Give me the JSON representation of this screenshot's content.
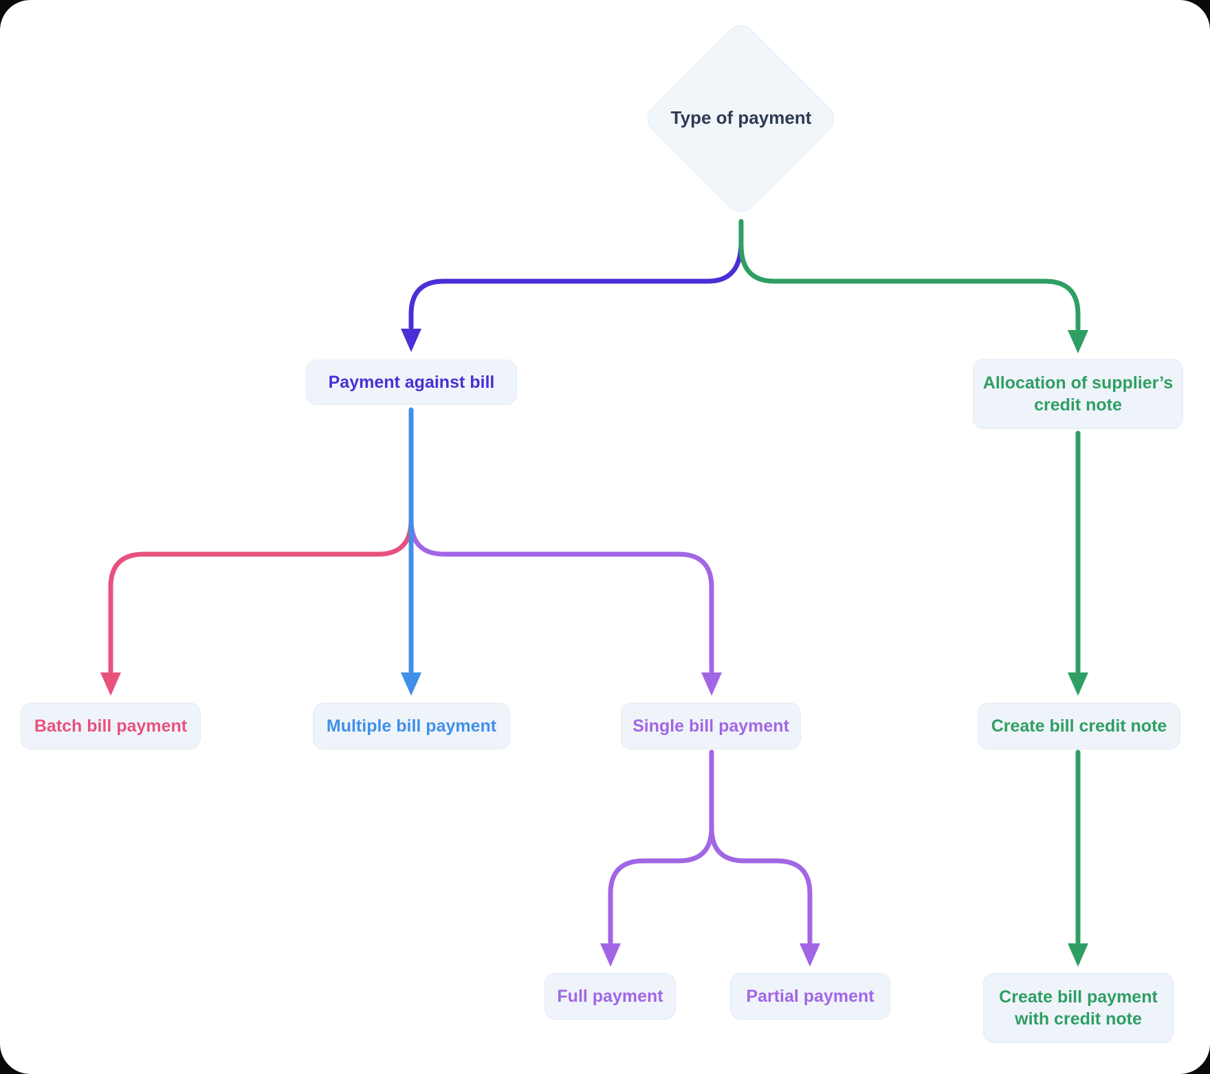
{
  "diagram": {
    "title_node": {
      "label": "Type of payment"
    },
    "nodes": {
      "root": {
        "label": "Type of payment",
        "shape": "diamond"
      },
      "payment_against_bill": {
        "label": "Payment against bill"
      },
      "allocation_credit_note": {
        "label": "Allocation of supplier’s credit note"
      },
      "batch_bill_payment": {
        "label": "Batch bill payment"
      },
      "multiple_bill_payment": {
        "label": "Multiple bill payment"
      },
      "single_bill_payment": {
        "label": "Single bill payment"
      },
      "create_bill_credit_note": {
        "label": "Create bill credit note"
      },
      "full_payment": {
        "label": "Full payment"
      },
      "partial_payment": {
        "label": "Partial payment"
      },
      "create_bill_payment_credit_note": {
        "label": "Create bill payment with credit note"
      }
    },
    "edges": [
      {
        "from": "root",
        "to": "payment_against_bill",
        "color_key": "indigo"
      },
      {
        "from": "root",
        "to": "allocation_credit_note",
        "color_key": "green"
      },
      {
        "from": "payment_against_bill",
        "to": "batch_bill_payment",
        "color_key": "pink"
      },
      {
        "from": "payment_against_bill",
        "to": "multiple_bill_payment",
        "color_key": "blue"
      },
      {
        "from": "payment_against_bill",
        "to": "single_bill_payment",
        "color_key": "purple"
      },
      {
        "from": "single_bill_payment",
        "to": "full_payment",
        "color_key": "purple"
      },
      {
        "from": "single_bill_payment",
        "to": "partial_payment",
        "color_key": "purple"
      },
      {
        "from": "allocation_credit_note",
        "to": "create_bill_credit_note",
        "color_key": "green"
      },
      {
        "from": "create_bill_credit_note",
        "to": "create_bill_payment_credit_note",
        "color_key": "green"
      }
    ]
  },
  "colors": {
    "indigo": "#4b2ed5",
    "green": "#2f9e63",
    "pink": "#e8517e",
    "blue": "#4190e8",
    "purple": "#a266e5",
    "dark": "#2d3c50",
    "node_bg": "#eff4fa",
    "node_border": "#e2eaf5"
  }
}
